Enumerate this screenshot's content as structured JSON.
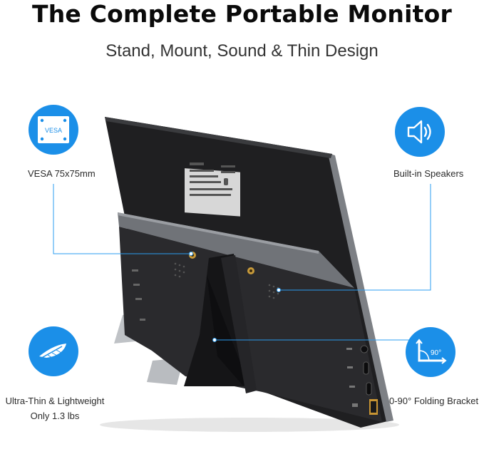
{
  "header": {
    "title": "The Complete Portable Monitor",
    "subtitle": "Stand, Mount, Sound & Thin Design"
  },
  "features": {
    "vesa": {
      "label": "VESA 75x75mm",
      "badge_text": "VESA",
      "icon": "vesa-mount-icon"
    },
    "speakers": {
      "label": "Built-in Speakers",
      "icon": "speaker-icon"
    },
    "thin": {
      "label_line1": "Ultra-Thin & Lightweight",
      "label_line2": "Only 1.3 lbs",
      "icon": "feather-icon"
    },
    "bracket": {
      "label": "0-90° Folding Bracket",
      "angle_text": "90°",
      "icon": "angle-bracket-icon"
    }
  },
  "colors": {
    "accent": "#1b8fe8",
    "monitor_body": "#1f1f21",
    "monitor_edge": "#8c8f94"
  }
}
